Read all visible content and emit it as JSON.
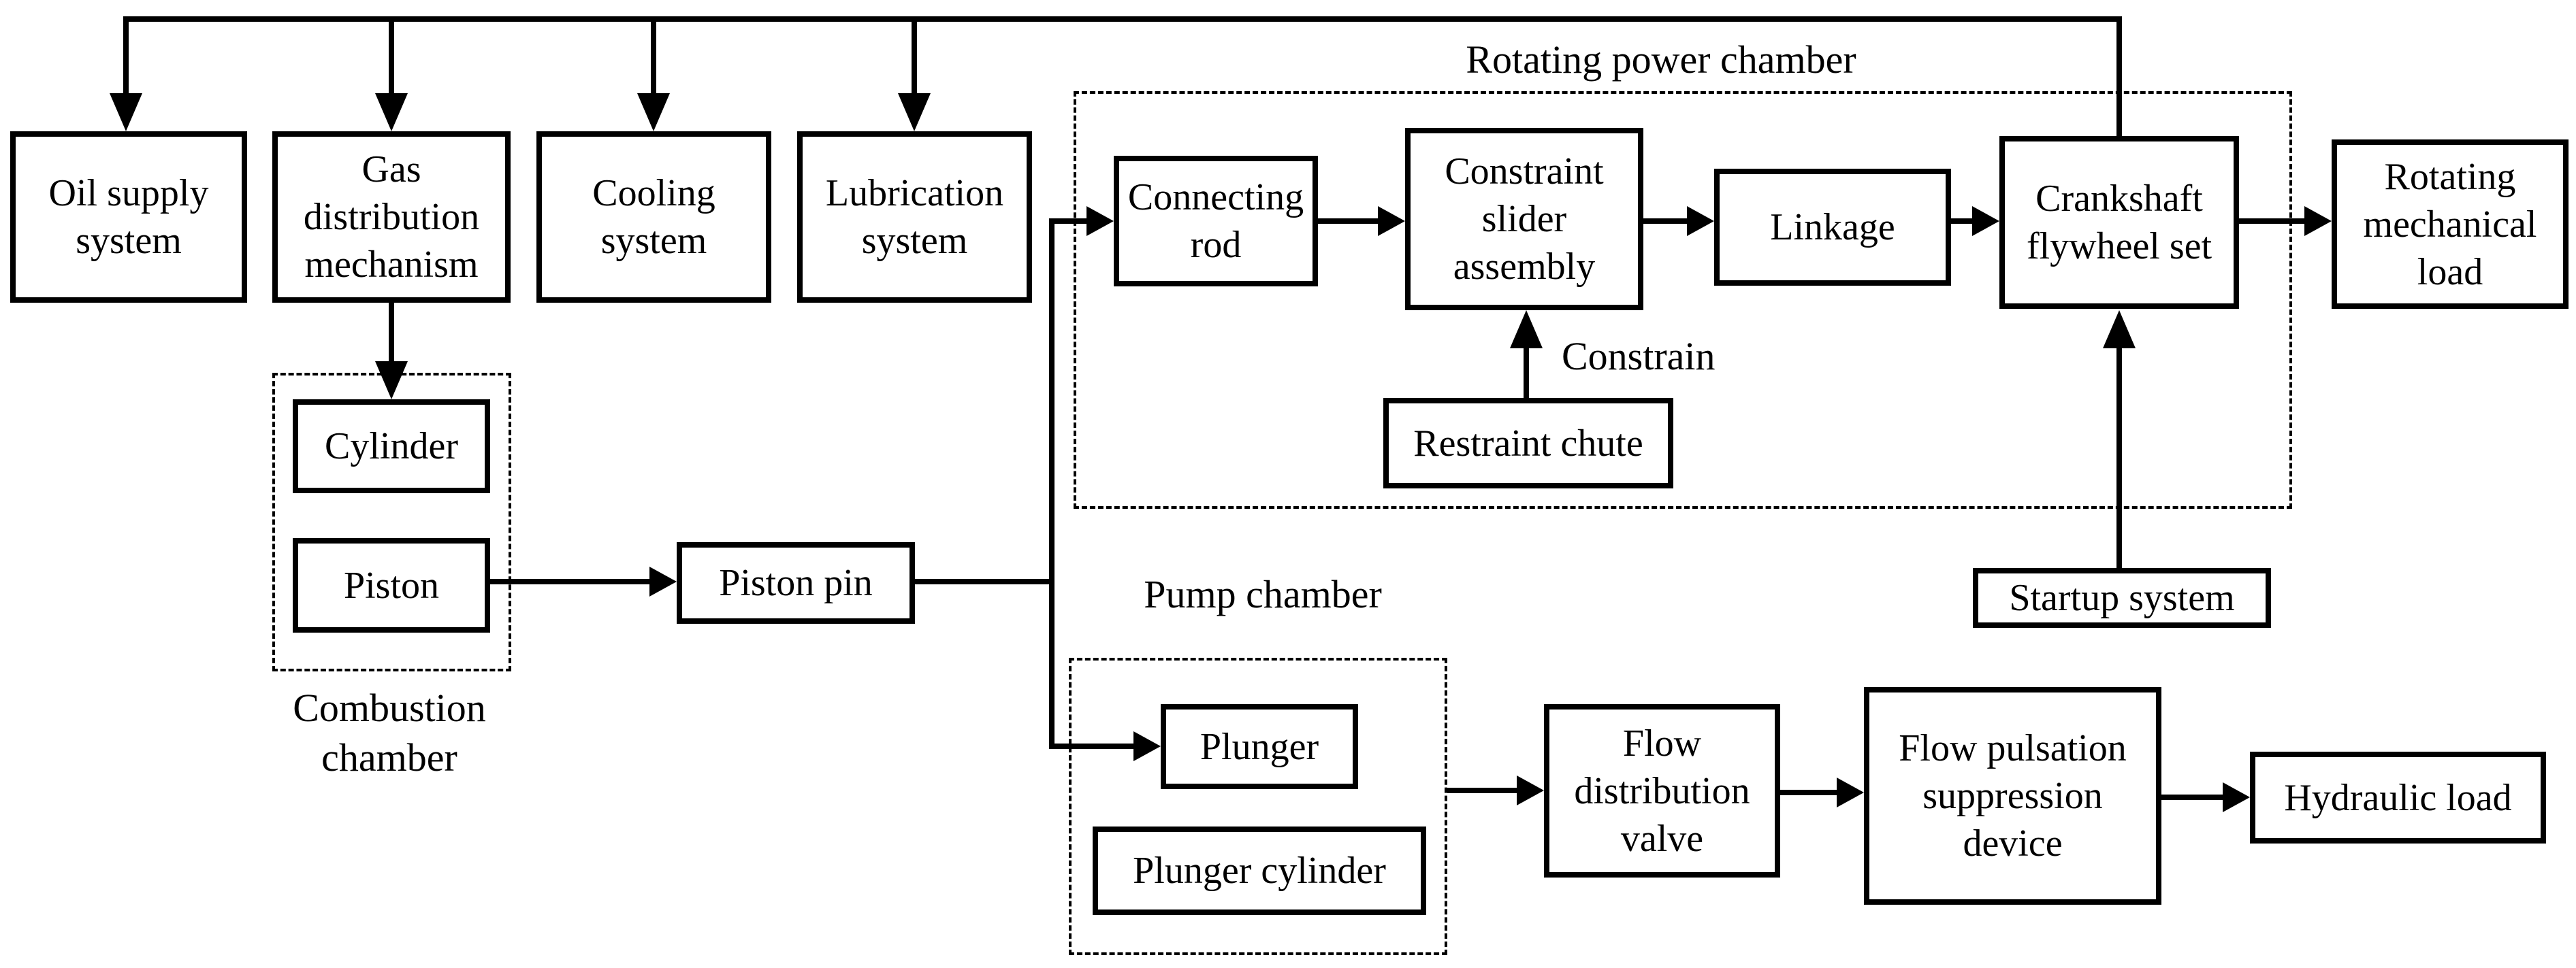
{
  "colors": {
    "line": "#000000",
    "text": "#000000",
    "background": "#ffffff"
  },
  "nodes": {
    "oil_supply": {
      "label": "Oil supply system"
    },
    "gas_distribution": {
      "label": "Gas distribution mechanism"
    },
    "cooling": {
      "label": "Cooling system"
    },
    "lubrication": {
      "label": "Lubrication system"
    },
    "connecting_rod": {
      "label": "Connecting rod"
    },
    "constraint_slider": {
      "label": "Constraint slider assembly"
    },
    "linkage": {
      "label": "Linkage"
    },
    "crankshaft": {
      "label": "Crankshaft flywheel set"
    },
    "rotating_load": {
      "label": "Rotating mechanical load"
    },
    "cylinder": {
      "label": "Cylinder"
    },
    "piston": {
      "label": "Piston"
    },
    "piston_pin": {
      "label": "Piston pin"
    },
    "restraint_chute": {
      "label": "Restraint chute"
    },
    "startup": {
      "label": "Startup system"
    },
    "plunger": {
      "label": "Plunger"
    },
    "plunger_cylinder": {
      "label": "Plunger cylinder"
    },
    "flow_valve": {
      "label": "Flow distribution valve"
    },
    "flow_pulsation": {
      "label": "Flow pulsation suppression device"
    },
    "hydraulic_load": {
      "label": "Hydraulic load"
    }
  },
  "groups": {
    "rotating_power_chamber": {
      "label": "Rotating power chamber"
    },
    "combustion_chamber": {
      "label": "Combustion chamber"
    },
    "pump_chamber": {
      "label": "Pump chamber"
    }
  },
  "annotations": {
    "constrain": {
      "label": "Constrain"
    }
  }
}
